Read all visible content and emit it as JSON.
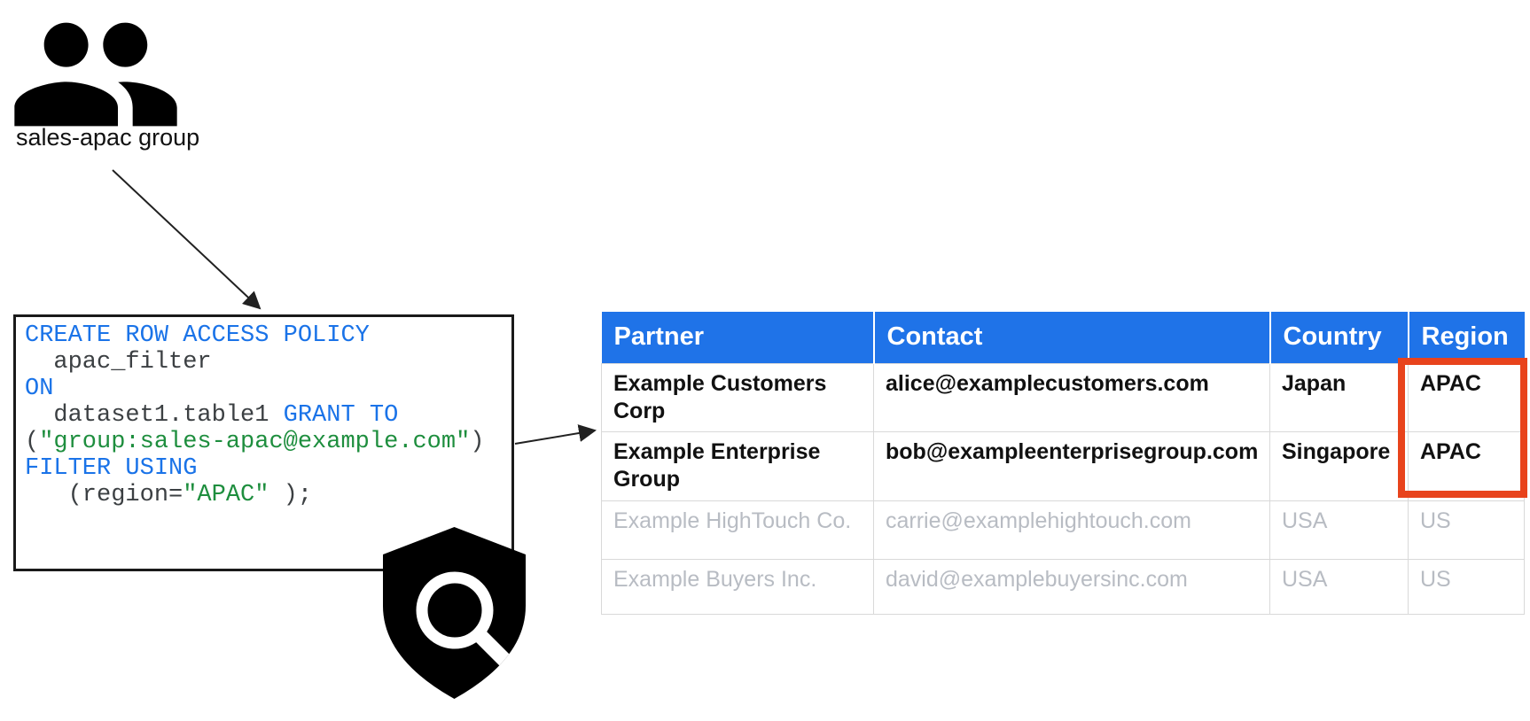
{
  "group": {
    "label": "sales-apac group"
  },
  "icons": {
    "group_icon": "two-people-group-icon",
    "shield_icon": "security-shield-magnifier-icon"
  },
  "policy_code": {
    "lines": [
      [
        {
          "t": "CREATE ROW ACCESS POLICY",
          "c": "kw"
        }
      ],
      [
        {
          "t": "  apac_filter",
          "c": "id"
        }
      ],
      [
        {
          "t": "ON",
          "c": "kw"
        }
      ],
      [
        {
          "t": "  dataset1.table1 ",
          "c": "id"
        },
        {
          "t": "GRANT TO",
          "c": "kw"
        }
      ],
      [
        {
          "t": "(",
          "c": "id"
        },
        {
          "t": "\"group:sales-apac@example.com\"",
          "c": "str"
        },
        {
          "t": ")",
          "c": "id"
        }
      ],
      [
        {
          "t": "FILTER USING",
          "c": "kw"
        }
      ],
      [
        {
          "t": "   (region=",
          "c": "id"
        },
        {
          "t": "\"APAC\"",
          "c": "str"
        },
        {
          "t": " );",
          "c": "id"
        }
      ]
    ]
  },
  "table": {
    "columns": [
      "Partner",
      "Contact",
      "Country",
      "Region"
    ],
    "rows": [
      {
        "partner": "Example Customers Corp",
        "contact": "alice@examplecustomers.com",
        "country": "Japan",
        "region": "APAC",
        "matched": true
      },
      {
        "partner": "Example Enterprise Group",
        "contact": "bob@exampleenterprisegroup.com",
        "country": "Singapore",
        "region": "APAC",
        "matched": true
      },
      {
        "partner": "Example HighTouch Co.",
        "contact": "carrie@examplehightouch.com",
        "country": "USA",
        "region": "US",
        "matched": false
      },
      {
        "partner": "Example Buyers Inc.",
        "contact": "david@examplebuyersinc.com",
        "country": "USA",
        "region": "US",
        "matched": false
      }
    ],
    "highlight": {
      "target": "Region column, rows with APAC",
      "color": "#e8431c"
    }
  },
  "colors": {
    "header_blue": "#1f73e8",
    "code_keyword_blue": "#1a73e8",
    "code_string_green": "#1e8e3e",
    "code_plain": "#3c4043",
    "inactive_gray": "#b8bcc3",
    "highlight_red": "#e8431c",
    "border_gray": "#d9d9d9",
    "box_border": "#1a1a1a",
    "arrow_black": "#212121",
    "icon_black": "#000000"
  }
}
